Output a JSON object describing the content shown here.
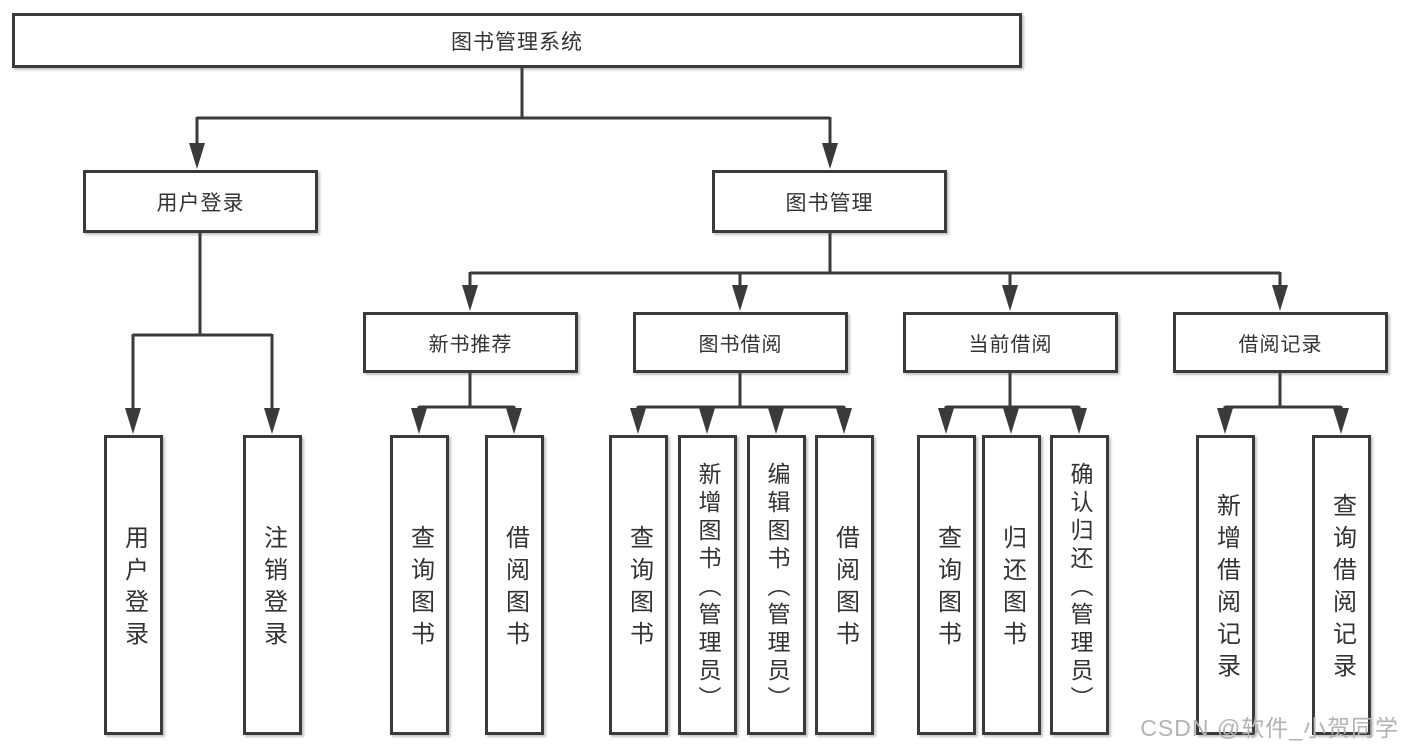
{
  "tree": {
    "root": "图书管理系统",
    "modules": [
      {
        "label": "用户登录",
        "functions": [
          "用户登录",
          "注销登录"
        ]
      },
      {
        "label": "图书管理",
        "submodules": [
          {
            "label": "新书推荐",
            "functions": [
              "查询图书",
              "借阅图书"
            ]
          },
          {
            "label": "图书借阅",
            "functions": [
              "查询图书",
              "新增图书（管理员）",
              "编辑图书（管理员）",
              "借阅图书"
            ]
          },
          {
            "label": "当前借阅",
            "functions": [
              "查询图书",
              "归还图书",
              "确认归还（管理员）"
            ]
          },
          {
            "label": "借阅记录",
            "functions": [
              "新增借阅记录",
              "查询借阅记录"
            ]
          }
        ]
      }
    ]
  },
  "watermark": {
    "text": "CSDN @软件_小贺同学",
    "color": "#b3b3b3"
  },
  "colors": {
    "line": "#3a3a3a",
    "box_border": "#3a3a3a",
    "box_fill": "#ffffff",
    "text": "#333333"
  }
}
